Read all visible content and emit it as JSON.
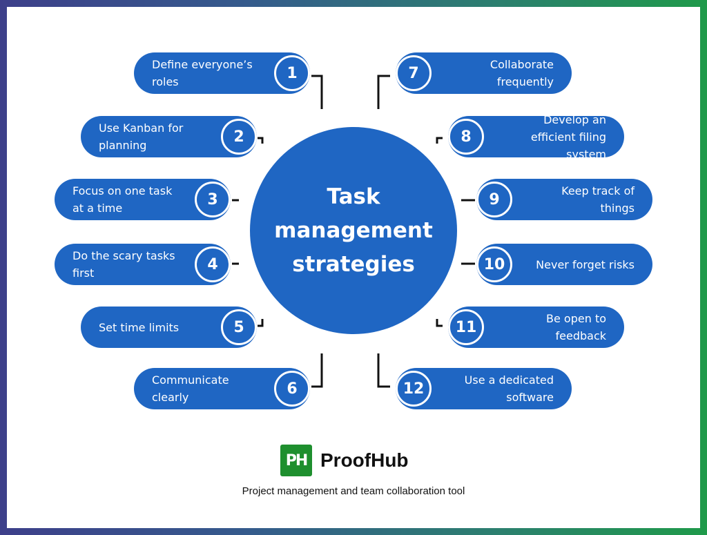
{
  "center": {
    "title": "Task management strategies"
  },
  "strategies": [
    {
      "number": "1",
      "label": "Define everyone’s roles"
    },
    {
      "number": "2",
      "label": "Use Kanban for planning"
    },
    {
      "number": "3",
      "label": "Focus on one task at a time"
    },
    {
      "number": "4",
      "label": "Do the scary tasks first"
    },
    {
      "number": "5",
      "label": "Set time limits"
    },
    {
      "number": "6",
      "label": "Communicate clearly"
    },
    {
      "number": "7",
      "label": "Collaborate frequently"
    },
    {
      "number": "8",
      "label": "Develop an efficient filing system"
    },
    {
      "number": "9",
      "label": "Keep track of things"
    },
    {
      "number": "10",
      "label": "Never forget risks"
    },
    {
      "number": "11",
      "label": "Be open to feedback"
    },
    {
      "number": "12",
      "label": "Use a dedicated software"
    }
  ],
  "brand": {
    "logo_mark": "PH",
    "name": "ProofHub",
    "tagline": "Project management and team collaboration tool"
  },
  "colors": {
    "primary_blue": "#1f66c3",
    "brand_green": "#1e8f2e",
    "border_gradient": [
      "#3d3f8a",
      "#1f9a4a"
    ]
  }
}
